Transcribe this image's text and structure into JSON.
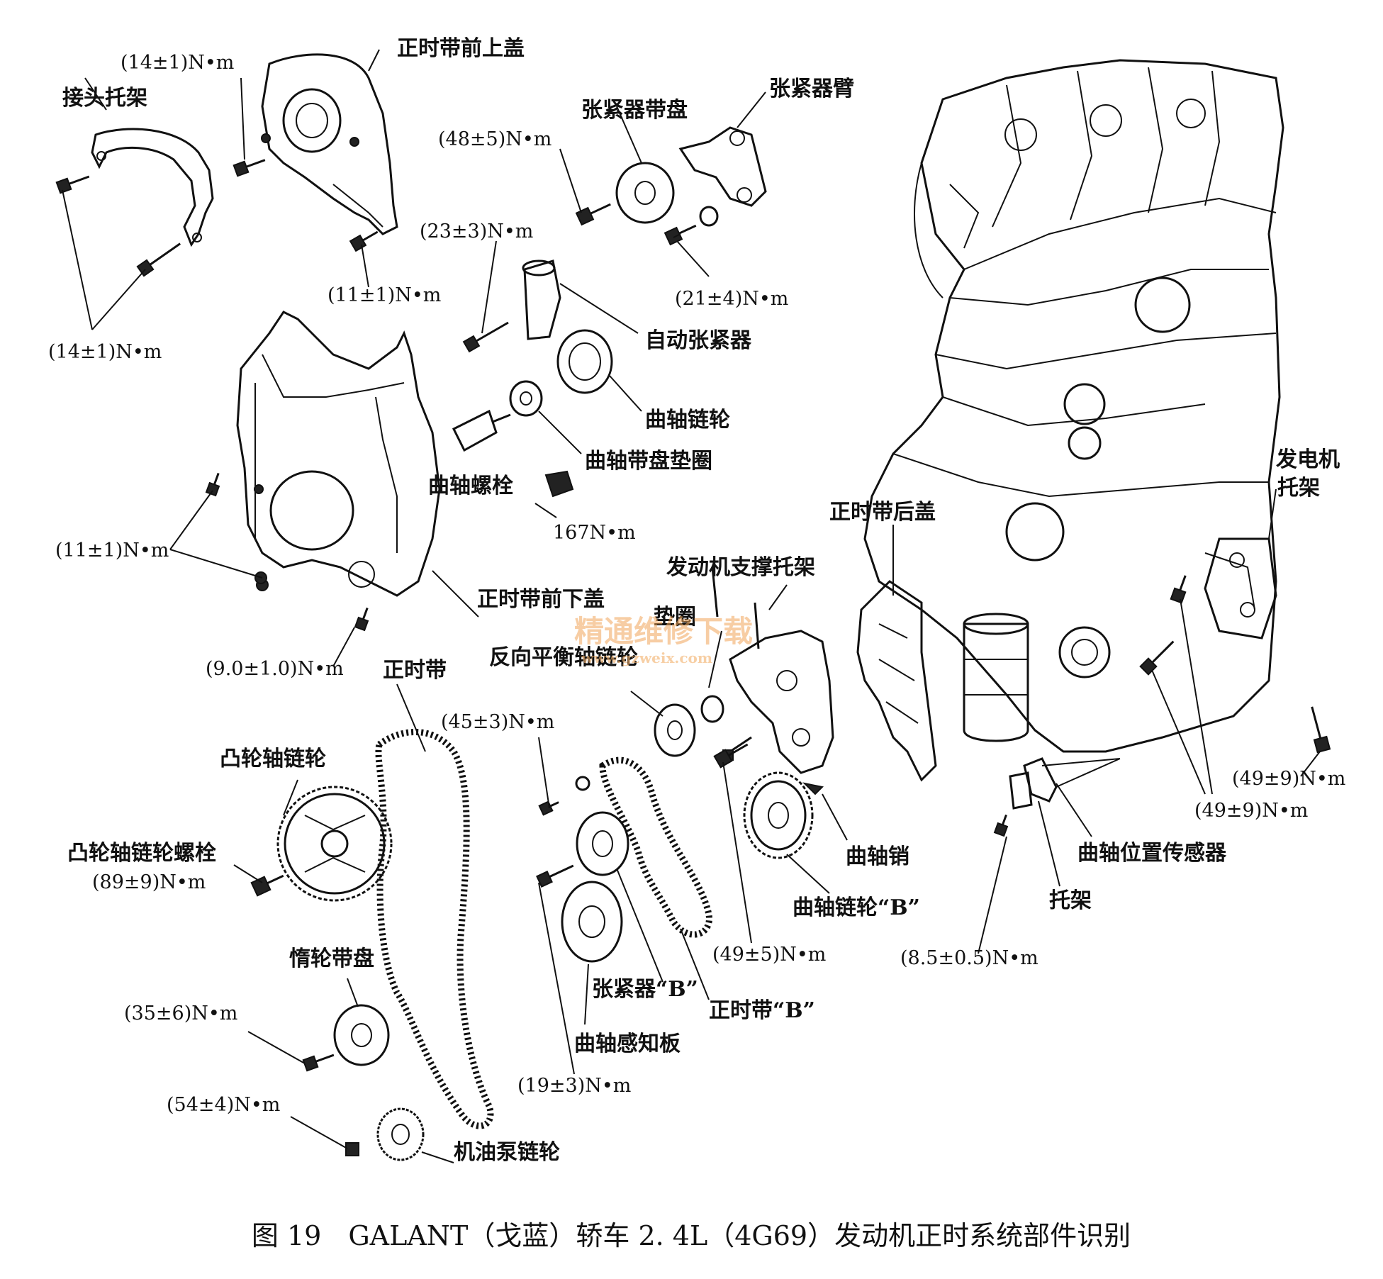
{
  "labels": {
    "front_upper_cover": "正时带前上盖",
    "joint_bracket": "接头托架",
    "tensioner_pulley": "张紧器带盘",
    "tensioner_arm": "张紧器臂",
    "auto_tensioner": "自动张紧器",
    "crank_sprocket": "曲轴链轮",
    "crank_pulley_washer": "曲轴带盘垫圈",
    "crank_bolt": "曲轴螺栓",
    "rear_cover": "正时带后盖",
    "alternator_bracket_1": "发电机",
    "alternator_bracket_2": "托架",
    "engine_support_bracket": "发动机支撑托架",
    "washer": "垫圈",
    "counter_balance_sprocket": "反向平衡轴链轮",
    "timing_belt": "正时带",
    "front_lower_cover": "正时带前下盖",
    "camshaft_sprocket": "凸轮轴链轮",
    "camshaft_sprocket_bolt": "凸轮轴链轮螺栓",
    "idler_pulley": "惰轮带盘",
    "oil_pump_sprocket": "机油泵链轮",
    "crank_pin": "曲轴销",
    "crank_sprocket_b": "曲轴链轮“B”",
    "tensioner_b": "张紧器“B”",
    "timing_belt_b": "正时带“B”",
    "crank_sensing_plate": "曲轴感知板",
    "crank_position_sensor": "曲轴位置传感器",
    "bracket": "托架"
  },
  "torques": {
    "t_14_1_top": "(14±1)N•m",
    "t_14_1_left": "(14±1)N•m",
    "t_11_1_upper": "(11±1)N•m",
    "t_48_5": "(48±5)N•m",
    "t_23_3": "(23±3)N•m",
    "t_21_4": "(21±4)N•m",
    "t_167": "167N•m",
    "t_11_1_lower": "(11±1)N•m",
    "t_9_0": "(9.0±1.0)N•m",
    "t_45_3": "(45±3)N•m",
    "t_89_9": "(89±9)N•m",
    "t_35_6": "(35±6)N•m",
    "t_54_4": "(54±4)N•m",
    "t_19_3": "(19±3)N•m",
    "t_49_5": "(49±5)N•m",
    "t_8_5": "(8.5±0.5)N•m",
    "t_49_9_a": "(49±9)N•m",
    "t_49_9_b": "(49±9)N•m"
  },
  "watermark": {
    "main": "精通维修下载",
    "url": "www.gzweix.com"
  },
  "caption": "图 19　GALANT（戈蓝）轿车 2. 4L（4G69）发动机正时系统部件识别"
}
